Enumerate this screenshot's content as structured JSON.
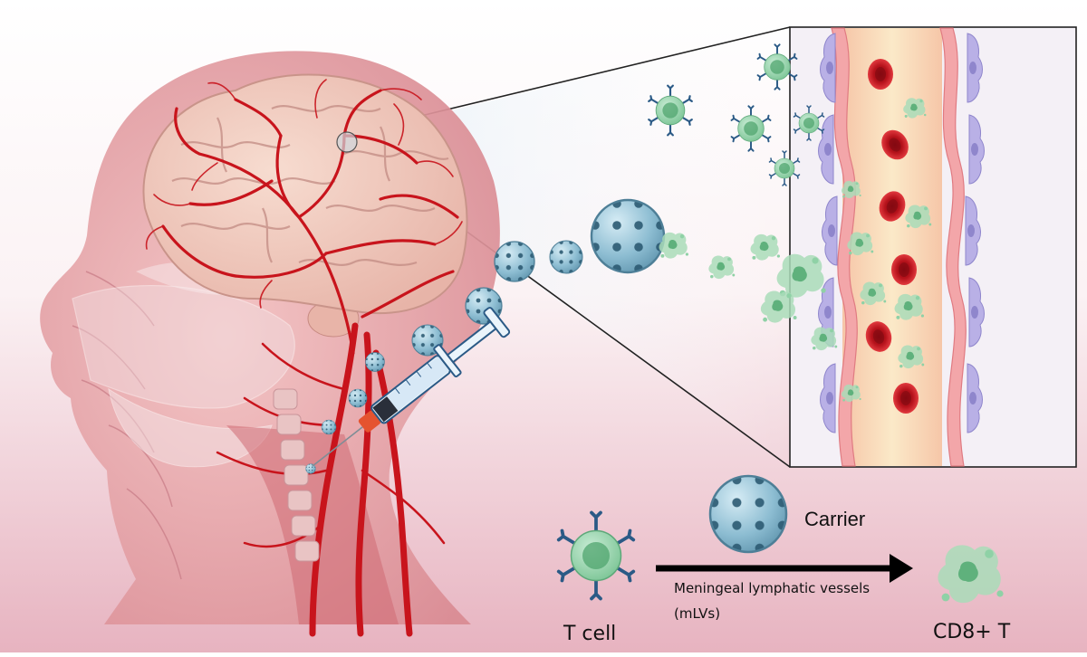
{
  "legend": {
    "carrier_label": "Carrier",
    "pathway_label_line1": "Meningeal lymphatic vessels",
    "pathway_label_line2": "(mLVs)",
    "tcell_label": "T cell",
    "cd8_label": "CD8+ T"
  },
  "colors": {
    "vessel_red": "#c8141c",
    "carrier_blue": "#7fb2c9",
    "carrier_dots": "#2c5a72",
    "tcell_green": "#8fd1a6",
    "receptor_blue": "#2b5a86",
    "endothelium_purple": "#b7aee3",
    "background_pink": "#e9b9c4"
  },
  "icons": [
    "head-anatomy",
    "brain",
    "syringe",
    "carrier-particle",
    "t-cell",
    "cd8-t-cell",
    "red-blood-cell",
    "arrow-right"
  ]
}
